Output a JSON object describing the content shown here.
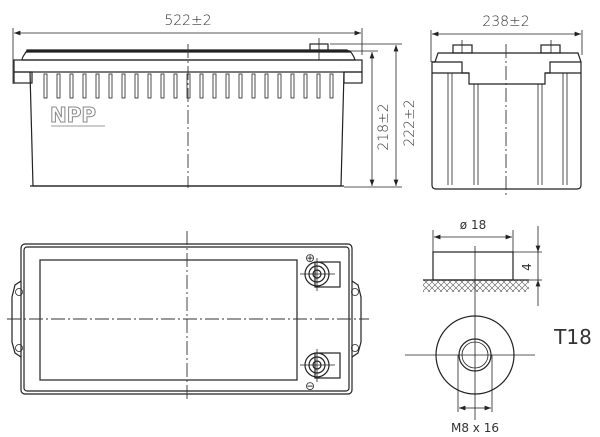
{
  "drawing": {
    "front_view": {
      "width_dim": "522±2",
      "height_dim_body": "218±2",
      "height_dim_total": "222±2",
      "logo": "NPP"
    },
    "side_view": {
      "width_dim": "238±2"
    },
    "top_view": {
      "positive_symbol": "⊕",
      "negative_symbol": "⊖"
    },
    "terminal_detail": {
      "diameter_dim": "ø 18",
      "height_dim": "4",
      "thread_dim": "M8 x 16",
      "terminal_type": "T18"
    }
  }
}
